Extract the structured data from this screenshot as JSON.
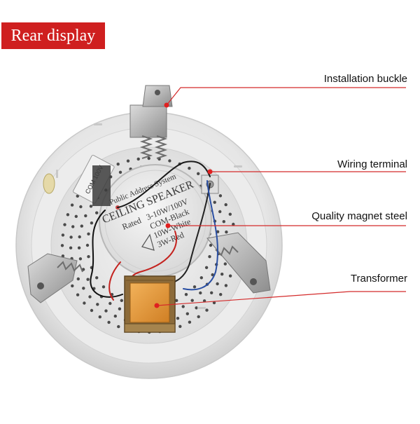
{
  "title": "Rear display",
  "callouts": {
    "installation_buckle": "Installation buckle",
    "wiring_terminal": "Wiring terminal",
    "quality_magnet_steel": "Quality magnet steel",
    "transformer": "Transformer"
  },
  "magnet_label": {
    "system": "Public Address System",
    "name": "CEILING SPEAKER",
    "rated": "Rated",
    "line1": "3-10W/100V",
    "line2": "COM-Black",
    "line3": "10W-White",
    "line4": "3W-Red"
  },
  "terminal_label": "COM 100V",
  "colors": {
    "badge": "#cf1f1f",
    "callout_line": "#d42b2b",
    "callout_dot": "#e02020",
    "transformer_core": "#e59a3a"
  }
}
